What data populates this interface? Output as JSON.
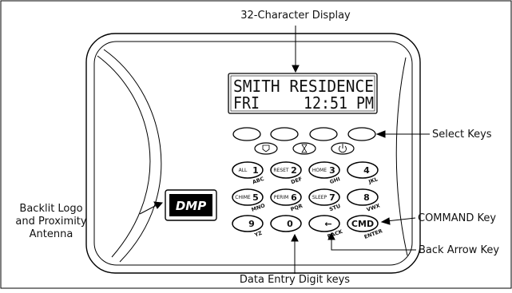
{
  "callouts": {
    "display": "32-Character Display",
    "select_keys": "Select Keys",
    "logo_line1": "Backlit Logo",
    "logo_line2": "and Proximity",
    "logo_line3": "Antenna",
    "command_key": "COMMAND Key",
    "back_arrow_key": "Back Arrow Key",
    "digit_keys": "Data Entry Digit keys"
  },
  "display": {
    "line1": "SMITH RESIDENCE",
    "line2": "FRI     12:51 PM"
  },
  "logo": {
    "text": "DMP"
  },
  "select_icons": [
    "shield-icon",
    "hourglass-icon",
    "power-icon"
  ],
  "keys": [
    {
      "name": "key-1",
      "small": "ALL",
      "digit": "1",
      "letters": "ABC"
    },
    {
      "name": "key-2",
      "small": "RESET",
      "digit": "2",
      "letters": "DEF"
    },
    {
      "name": "key-3",
      "small": "HOME",
      "digit": "3",
      "letters": "GHI"
    },
    {
      "name": "key-4",
      "small": "",
      "digit": "4",
      "letters": "JKL"
    },
    {
      "name": "key-5",
      "small": "CHIME",
      "digit": "5",
      "letters": "MNO"
    },
    {
      "name": "key-6",
      "small": "PERIM",
      "digit": "6",
      "letters": "PQR"
    },
    {
      "name": "key-7",
      "small": "SLEEP",
      "digit": "7",
      "letters": "STU"
    },
    {
      "name": "key-8",
      "small": "",
      "digit": "8",
      "letters": "VWX"
    },
    {
      "name": "key-9",
      "small": "",
      "digit": "9",
      "letters": "YZ"
    },
    {
      "name": "key-0",
      "small": "",
      "digit": "0",
      "letters": ""
    },
    {
      "name": "key-back",
      "small": "",
      "digit": "←",
      "letters": "BACK"
    },
    {
      "name": "key-cmd",
      "small": "",
      "digit": "CMD",
      "letters": "ENTER"
    }
  ]
}
